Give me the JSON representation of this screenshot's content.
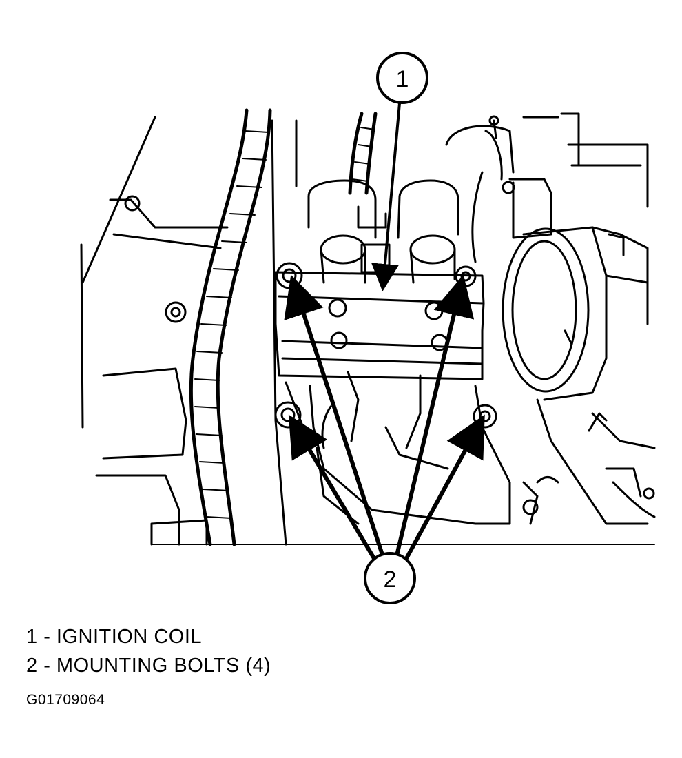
{
  "callouts": {
    "one": "1",
    "two": "2"
  },
  "legend": [
    {
      "number": "1",
      "separator": " - ",
      "label": "IGNITION COIL"
    },
    {
      "number": "2",
      "separator": " - ",
      "label": "MOUNTING BOLTS (4)"
    }
  ],
  "figure_id": "G01709064",
  "colors": {
    "ink": "#000000",
    "paper": "#ffffff"
  }
}
